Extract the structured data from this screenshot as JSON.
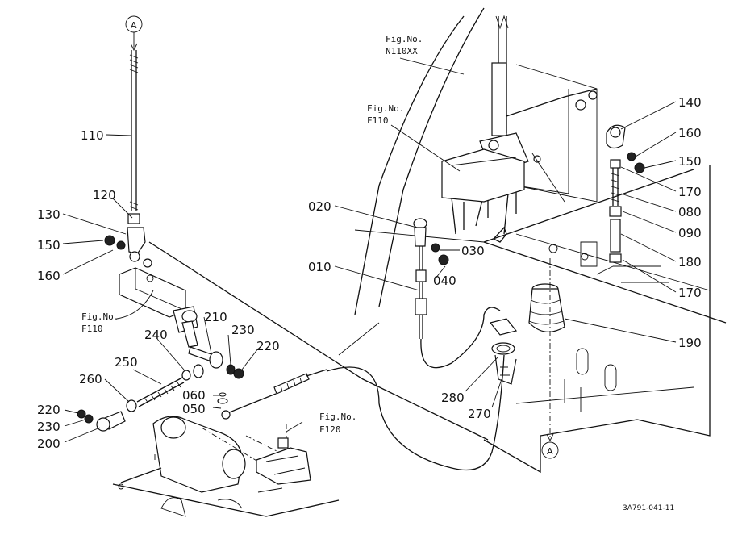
{
  "callouts": {
    "c010": "010",
    "c020": "020",
    "c030": "030",
    "c040": "040",
    "c050": "050",
    "c060": "060",
    "c110": "110",
    "c120": "120",
    "c130": "130",
    "c140": "140",
    "c150a": "150",
    "c150b": "150",
    "c160a": "160",
    "c160b": "160",
    "c170a": "170",
    "c170b": "170",
    "c180": "180",
    "c190": "190",
    "c080": "080",
    "c090": "090",
    "c200": "200",
    "c210": "210",
    "c220a": "220",
    "c220b": "220",
    "c230a": "230",
    "c230b": "230",
    "c240": "240",
    "c250": "250",
    "c260": "260",
    "c270": "270",
    "c280": "280"
  },
  "figure_refs": {
    "n110xx_fig": "Fig.No.",
    "n110xx_id": "N110XX",
    "f110_top_fig": "Fig.No.",
    "f110_top_id": "F110",
    "f110_left_fig": "Fig.No.",
    "f110_left_id": "F110",
    "f120_fig": "Fig.No.",
    "f120_id": "F120"
  },
  "connector_marker": "A",
  "drawing_code": "3A791-041-11"
}
